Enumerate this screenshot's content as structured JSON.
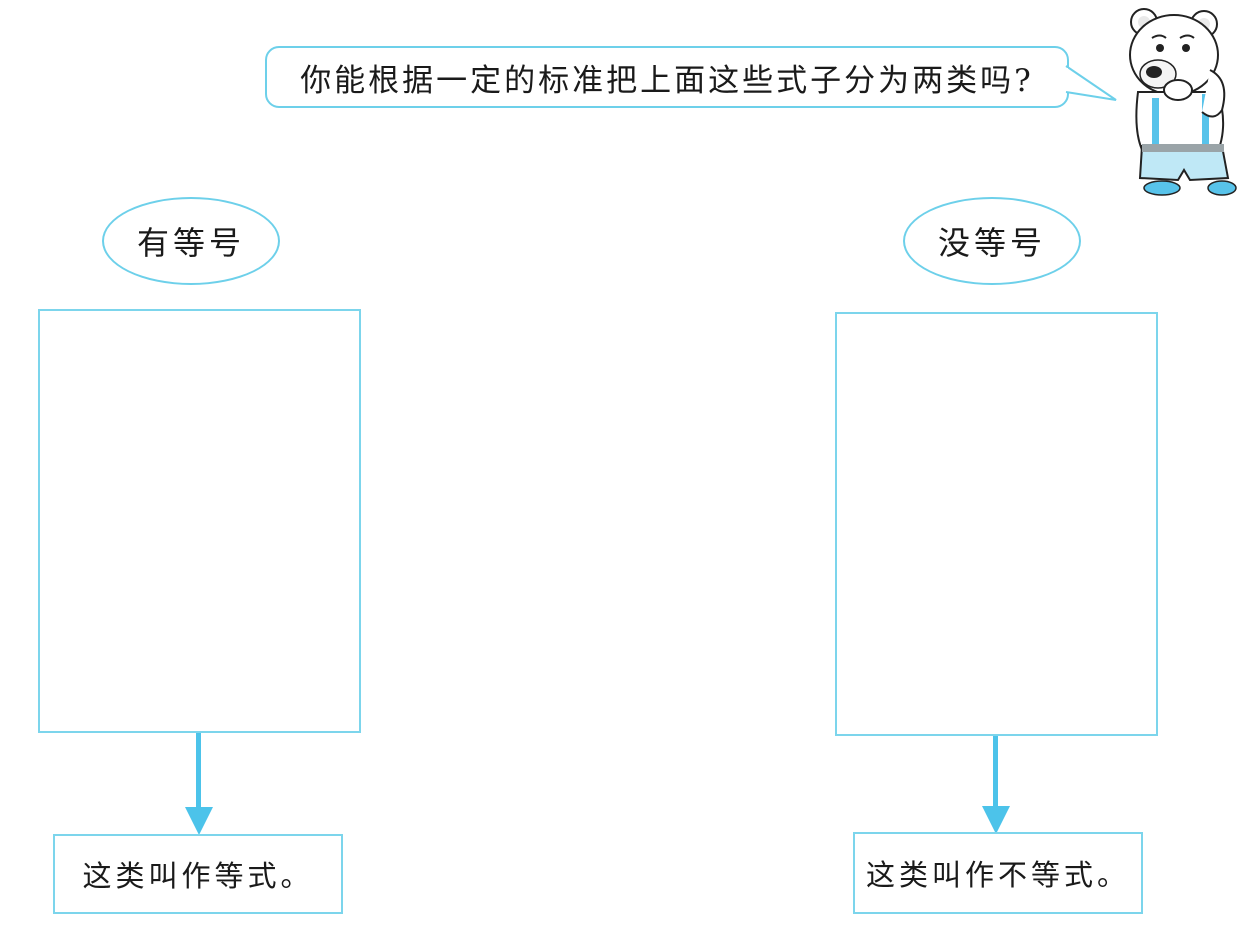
{
  "speech": {
    "text": "你能根据一定的标准把上面这些式子分为两类吗?"
  },
  "groups": {
    "left": {
      "heading": "有等号",
      "conclusion": "这类叫作等式。"
    },
    "right": {
      "heading": "没等号",
      "conclusion": "这类叫作不等式。"
    }
  },
  "colors": {
    "outline": "#6dd0ea",
    "arrow": "#4cc3ea",
    "bear_blue": "#58c3ea"
  },
  "icons": {
    "mascot": "polar-bear-icon",
    "arrow": "arrow-down-icon"
  }
}
